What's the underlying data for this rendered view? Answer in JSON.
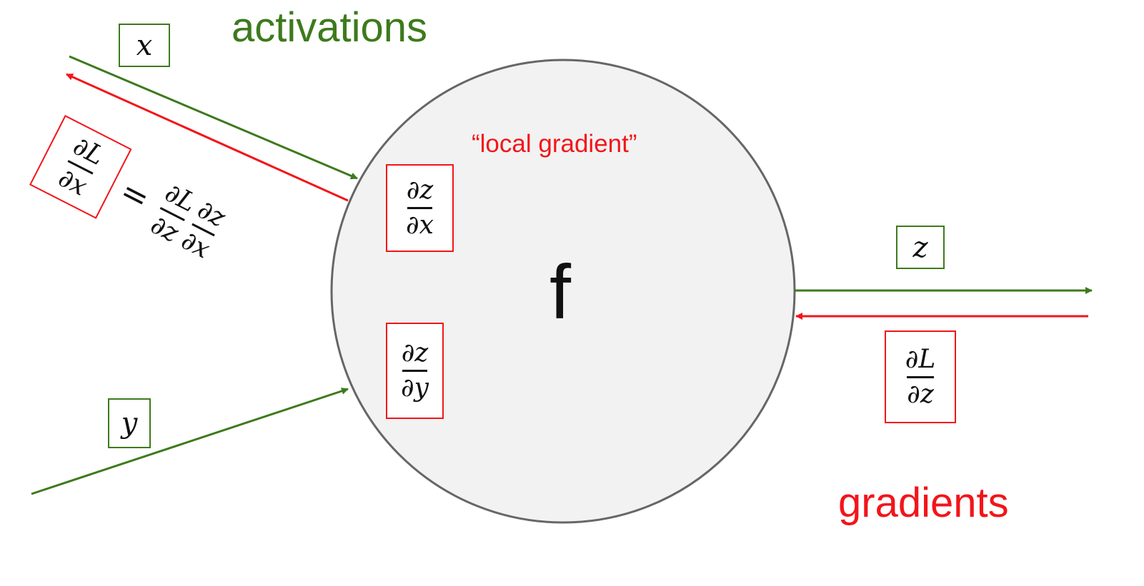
{
  "labels": {
    "activations": "activations",
    "gradients": "gradients",
    "local_gradient": "“local gradient”",
    "node": "f"
  },
  "variables": {
    "x": "x",
    "y": "y",
    "z": "z"
  },
  "fractions": {
    "dz_dx": {
      "num": "∂z",
      "den": "∂x"
    },
    "dz_dy": {
      "num": "∂z",
      "den": "∂y"
    },
    "dL_dz": {
      "num": "∂L",
      "den": "∂z"
    },
    "dL_dx": {
      "num": "∂L",
      "den": "∂x"
    },
    "chain_dL_dz": {
      "num": "∂L",
      "den": "∂z"
    },
    "chain_dz_dx": {
      "num": "∂z",
      "den": "∂x"
    },
    "equals": "="
  },
  "colors": {
    "activation": "#3d7a1c",
    "gradient": "#f2151a",
    "node_fill": "#f2f2f2",
    "node_stroke": "#666666"
  }
}
